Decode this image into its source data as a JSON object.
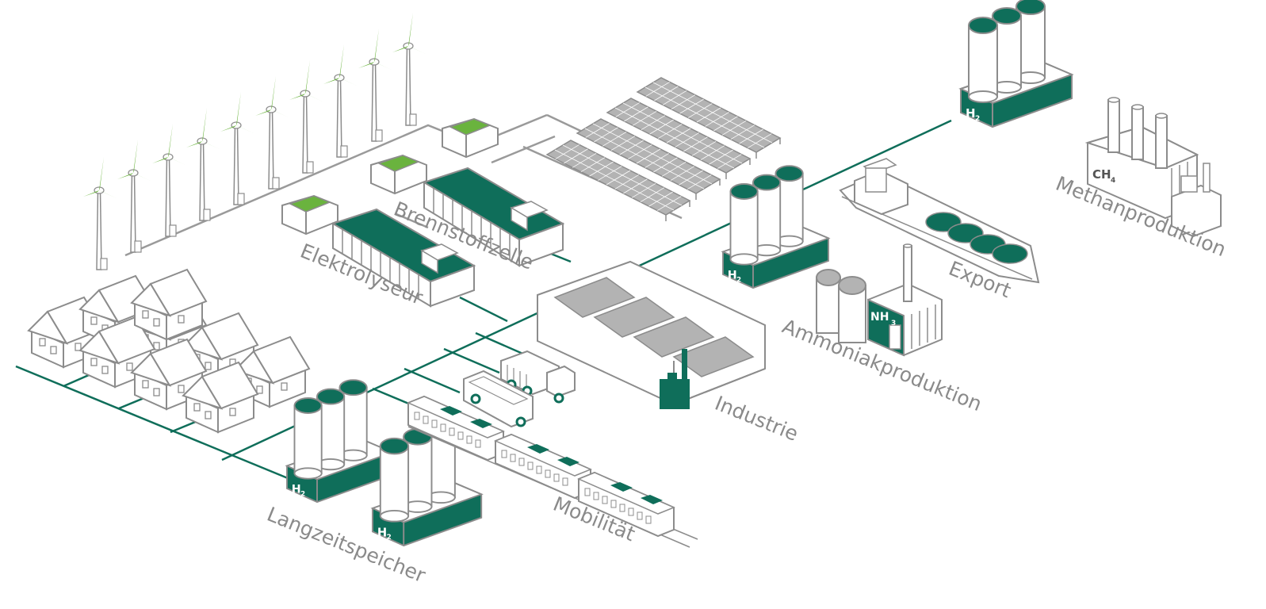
{
  "colors": {
    "green": "#0f6e5a",
    "turbine_green": "#6ab33e",
    "outline": "#8c8c8c",
    "roof_gray": "#b3b3b3",
    "label": "#8a8a8a"
  },
  "labels": {
    "brennstoffzelle": "Brennstoffzelle",
    "elektrolyseur": "Elektrolyseur",
    "industrie": "Industrie",
    "ammoniakproduktion": "Ammoniakproduktion",
    "export": "Export",
    "methanproduktion": "Methanproduktion",
    "mobilitaet": "Mobilität",
    "langzeitspeicher": "Langzeitspeicher"
  },
  "tags": {
    "h2_main": "H",
    "h2_sub": "2",
    "ch4_main": "CH",
    "ch4_sub": "4",
    "nh3_main": "NH",
    "nh3_sub": "3"
  },
  "icons": [
    "wind-turbine-icon",
    "solar-panel-icon",
    "house-icon",
    "storage-tank-icon",
    "factory-icon",
    "ship-icon",
    "truck-icon",
    "bus-icon",
    "train-icon"
  ]
}
